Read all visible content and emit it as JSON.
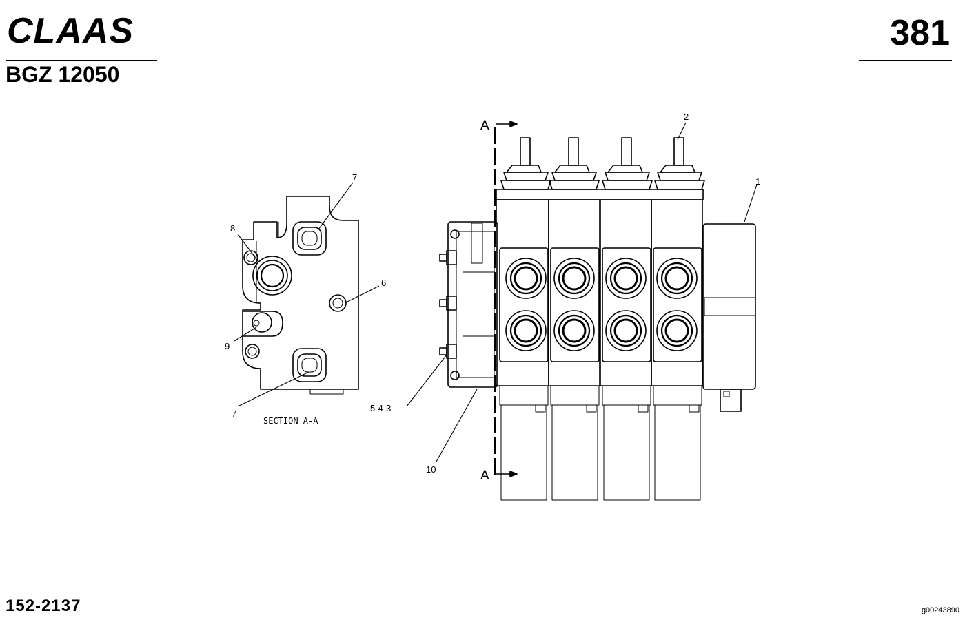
{
  "header": {
    "brand": "CLAAS",
    "doc_code": "BGZ 12050",
    "page_number": "381"
  },
  "footer": {
    "part_number": "152-2137",
    "image_id": "g00243890"
  },
  "drawing": {
    "section_caption": "SECTION A-A",
    "section_marker": "A",
    "callouts": {
      "c1": "1",
      "c2": "2",
      "c6": "6",
      "c7_top": "7",
      "c7_bottom": "7",
      "c8": "8",
      "c9": "9",
      "c10": "10",
      "c543": "5-4-3"
    }
  },
  "colors": {
    "line": "#000000",
    "background": "#ffffff"
  }
}
